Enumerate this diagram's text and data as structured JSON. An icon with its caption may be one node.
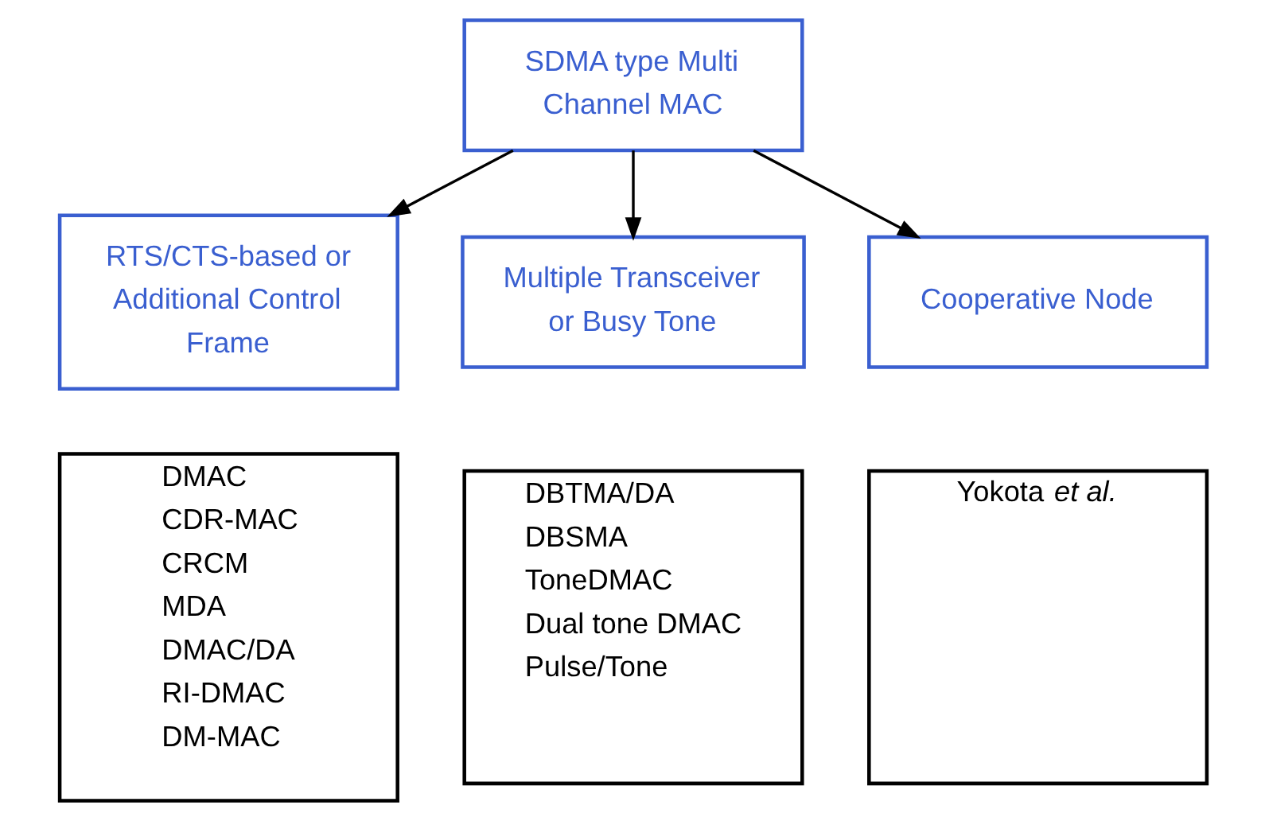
{
  "diagram": {
    "nodes": [
      {
        "text": [
          "SDMA type Multi Channel MAC"
        ]
      },
      {
        "text": [
          "RTS/CTS-based or Additional Control Frame"
        ]
      },
      {
        "text": [
          "Multiple Transceiver or Busy Tone"
        ]
      },
      {
        "text": [
          "Cooperative Node"
        ]
      },
      {
        "text": [
          "DMAC",
          "CDR-MAC",
          "CRCM",
          "MDA",
          "DMAC/DA",
          "RI-DMAC",
          "DM-MAC"
        ]
      },
      {
        "text": [
          "DBTMA/DA",
          "DBSMA",
          "ToneDMAC",
          "Dual tone DMAC",
          "Pulse/Tone"
        ]
      },
      {
        "text": [
          "Yokota *et al.*"
        ]
      }
    ],
    "edges": [
      {
        "from": 0,
        "to": 1,
        "arrow": "to"
      },
      {
        "from": 0,
        "to": 2,
        "arrow": "to"
      },
      {
        "from": 0,
        "to": 3,
        "arrow": "to"
      }
    ]
  }
}
